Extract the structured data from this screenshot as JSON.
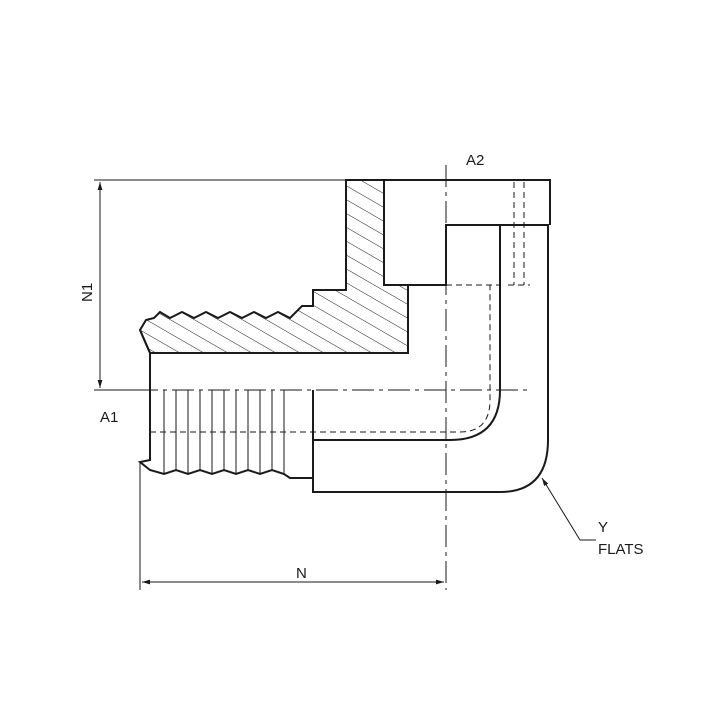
{
  "labels": {
    "a2": "A2",
    "a1": "A1",
    "n1": "N1",
    "n": "N",
    "y": "Y",
    "flats": "FLATS"
  }
}
